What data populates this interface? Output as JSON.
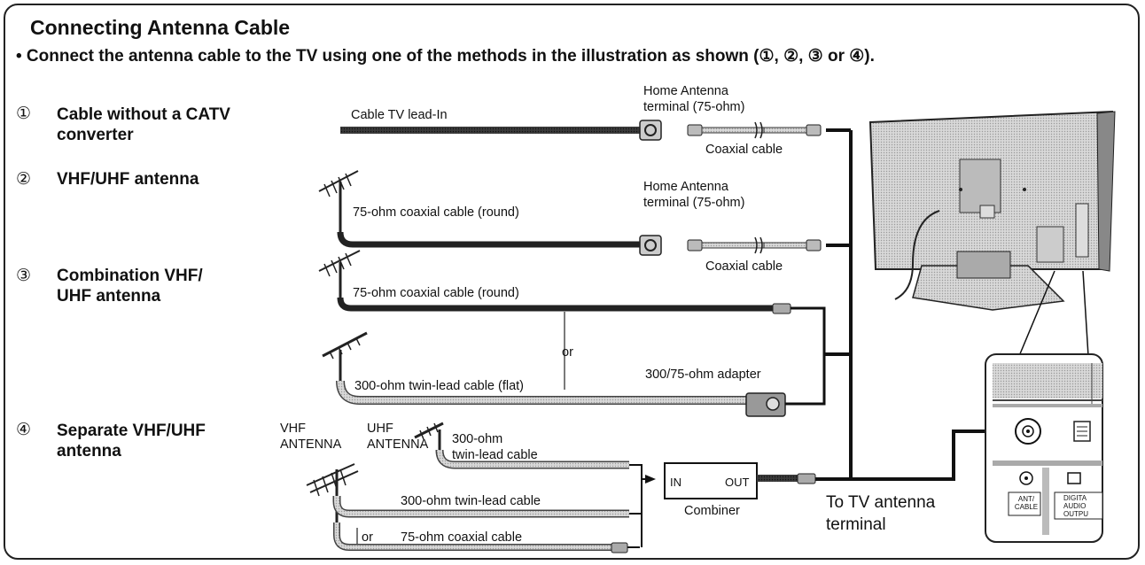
{
  "title": "Connecting Antenna Cable",
  "instruction": "• Connect the antenna cable to the TV using one of the methods in the illustration as shown (①, ②, ③ or ④).",
  "methods": [
    {
      "number": "①",
      "name_line1": "Cable without a CATV",
      "name_line2": "converter"
    },
    {
      "number": "②",
      "name_line1": "VHF/UHF antenna",
      "name_line2": ""
    },
    {
      "number": "③",
      "name_line1": "Combination VHF/",
      "name_line2": "UHF antenna"
    },
    {
      "number": "④",
      "name_line1": "Separate VHF/UHF",
      "name_line2": "antenna"
    }
  ],
  "labels": {
    "cable_tv_lead_in": "Cable TV lead-In",
    "home_antenna_1": "Home Antenna",
    "terminal_75_1": "terminal (75-ohm)",
    "coaxial_cable_1": "Coaxial cable",
    "home_antenna_2": "Home Antenna",
    "terminal_75_2": "terminal (75-ohm)",
    "coaxial_cable_2": "Coaxial cable",
    "coax_round_2": "75-ohm coaxial cable (round)",
    "coax_round_3": "75-ohm coaxial cable (round)",
    "or_3": "or",
    "adapter": "300/75-ohm adapter",
    "twin_lead_flat": "300-ohm twin-lead cable (flat)",
    "vhf": "VHF",
    "vhf_antenna": "ANTENNA",
    "uhf": "UHF",
    "uhf_antenna": "ANTENNA",
    "twin_300_a": "300-ohm",
    "twin_300_b": "twin-lead cable",
    "twin_300_full": "300-ohm twin-lead cable",
    "or_4": "or",
    "coax_75_4": "75-ohm coaxial cable",
    "combiner_in": "IN",
    "combiner_out": "OUT",
    "combiner": "Combiner",
    "to_tv_1": "To TV antenna",
    "to_tv_2": "terminal",
    "panel_ant_1": "ANT/",
    "panel_ant_2": "CABLE",
    "panel_dig_1": "DIGITA",
    "panel_dig_2": "AUDIO",
    "panel_dig_3": "OUTPU"
  }
}
